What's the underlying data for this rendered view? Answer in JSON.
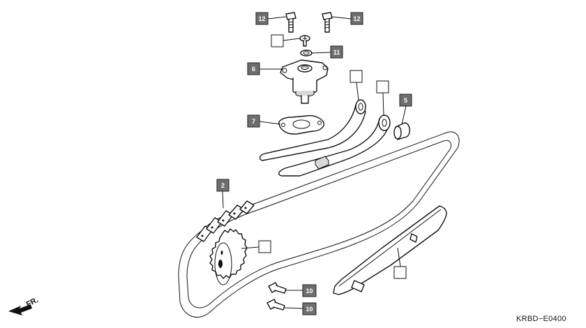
{
  "diagram": {
    "code": "KRBD−E0400",
    "direction_label": "FR."
  },
  "callouts": [
    {
      "id": "bolt-top-left",
      "label": "12"
    },
    {
      "id": "bolt-top-right",
      "label": "12"
    },
    {
      "id": "screw",
      "label": ""
    },
    {
      "id": "o-ring",
      "label": "11"
    },
    {
      "id": "tensioner-lifter",
      "label": "6"
    },
    {
      "id": "gasket",
      "label": "7"
    },
    {
      "id": "tensioner-arm",
      "label": ""
    },
    {
      "id": "guide-slipper-upper",
      "label": ""
    },
    {
      "id": "roller",
      "label": "5"
    },
    {
      "id": "cam-chain",
      "label": "2"
    },
    {
      "id": "drive-sprocket",
      "label": ""
    },
    {
      "id": "guide-slipper-lower",
      "label": ""
    },
    {
      "id": "bolt-lower-1",
      "label": "10"
    },
    {
      "id": "bolt-lower-2",
      "label": "10"
    }
  ]
}
